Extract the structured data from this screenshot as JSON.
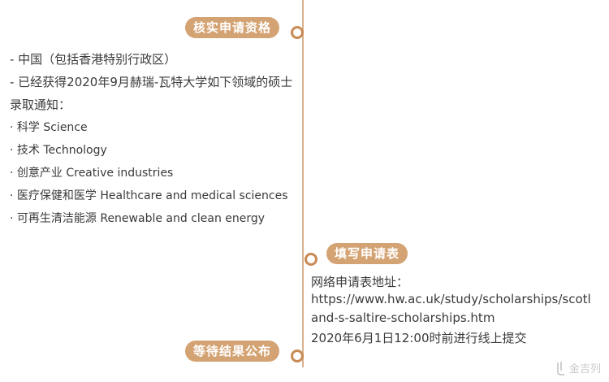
{
  "sections": {
    "eligibility": {
      "title": "核实申请资格",
      "lines": [
        "- 中国（包括香港特别行政区）",
        "- 已经获得2020年9月赫瑞-瓦特大学如下领域的硕士",
        "录取通知："
      ],
      "fields": [
        "· 科学 Science",
        "· 技术 Technology",
        "· 创意产业 Creative industries",
        "· 医疗保健和医学 Healthcare and medical sciences",
        "· 可再生清洁能源 Renewable and clean energy"
      ]
    },
    "application": {
      "title": "填写申请表",
      "lines": [
        "网络申请表地址：",
        "https://www.hw.ac.uk/study/scholarships/scotl",
        "and-s-saltire-scholarships.htm",
        "2020年6月1日12:00时前进行线上提交"
      ]
    },
    "results": {
      "title": "等待结果公布"
    }
  },
  "watermark": {
    "text": "金吉列"
  },
  "colors": {
    "accent": "#d4a373",
    "dot_border": "#c98b55",
    "line": "#d9b08c",
    "text": "#3a3a3a"
  },
  "icons": [
    "timeline-dot-icon",
    "watermark-logo-icon"
  ]
}
